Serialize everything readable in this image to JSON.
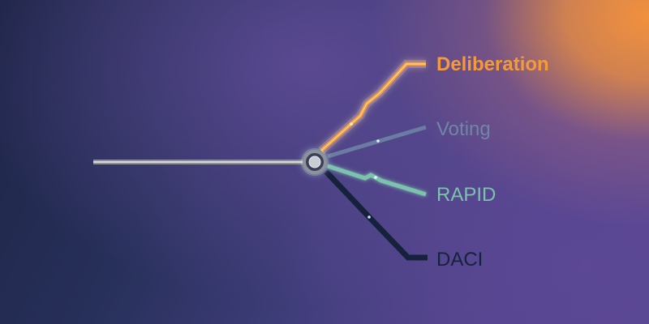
{
  "branches": [
    {
      "label": "Deliberation",
      "color": "#f29a3c"
    },
    {
      "label": "Voting",
      "color": "#6f86a6"
    },
    {
      "label": "RAPID",
      "color": "#7cc2ad"
    },
    {
      "label": "DACI",
      "color": "#16223c"
    }
  ],
  "colors": {
    "stem": "#c8c9cc",
    "hub_ring": "#8f9299",
    "hub_center": "#c9ccd0",
    "glow": "#bfeee0"
  }
}
